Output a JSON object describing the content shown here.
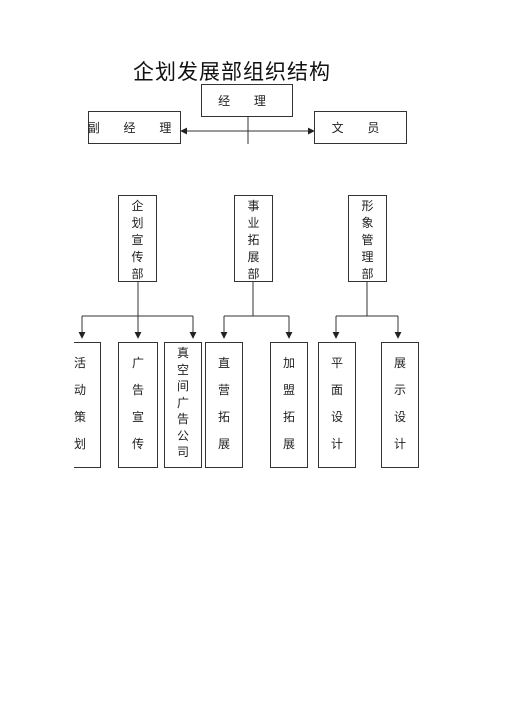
{
  "title": "企划发展部组织结构",
  "top": {
    "manager": "经 理",
    "deputy": "副 经 理",
    "clerk": "文 员"
  },
  "departments": [
    {
      "label": "企\n划\n宣\n传\n部"
    },
    {
      "label": "事\n业\n拓\n展\n部"
    },
    {
      "label": "形\n象\n管\n理\n部"
    }
  ],
  "units": [
    {
      "label": "活\n动\n策\n划"
    },
    {
      "label": "广\n告\n宣\n传"
    },
    {
      "label": "真\n空\n间\n广\n告\n公\n司"
    },
    {
      "label": "直\n营\n拓\n展"
    },
    {
      "label": "加\n盟\n拓\n展"
    },
    {
      "label": "平\n面\n设\n计"
    },
    {
      "label": "展\n示\n设\n计"
    }
  ]
}
